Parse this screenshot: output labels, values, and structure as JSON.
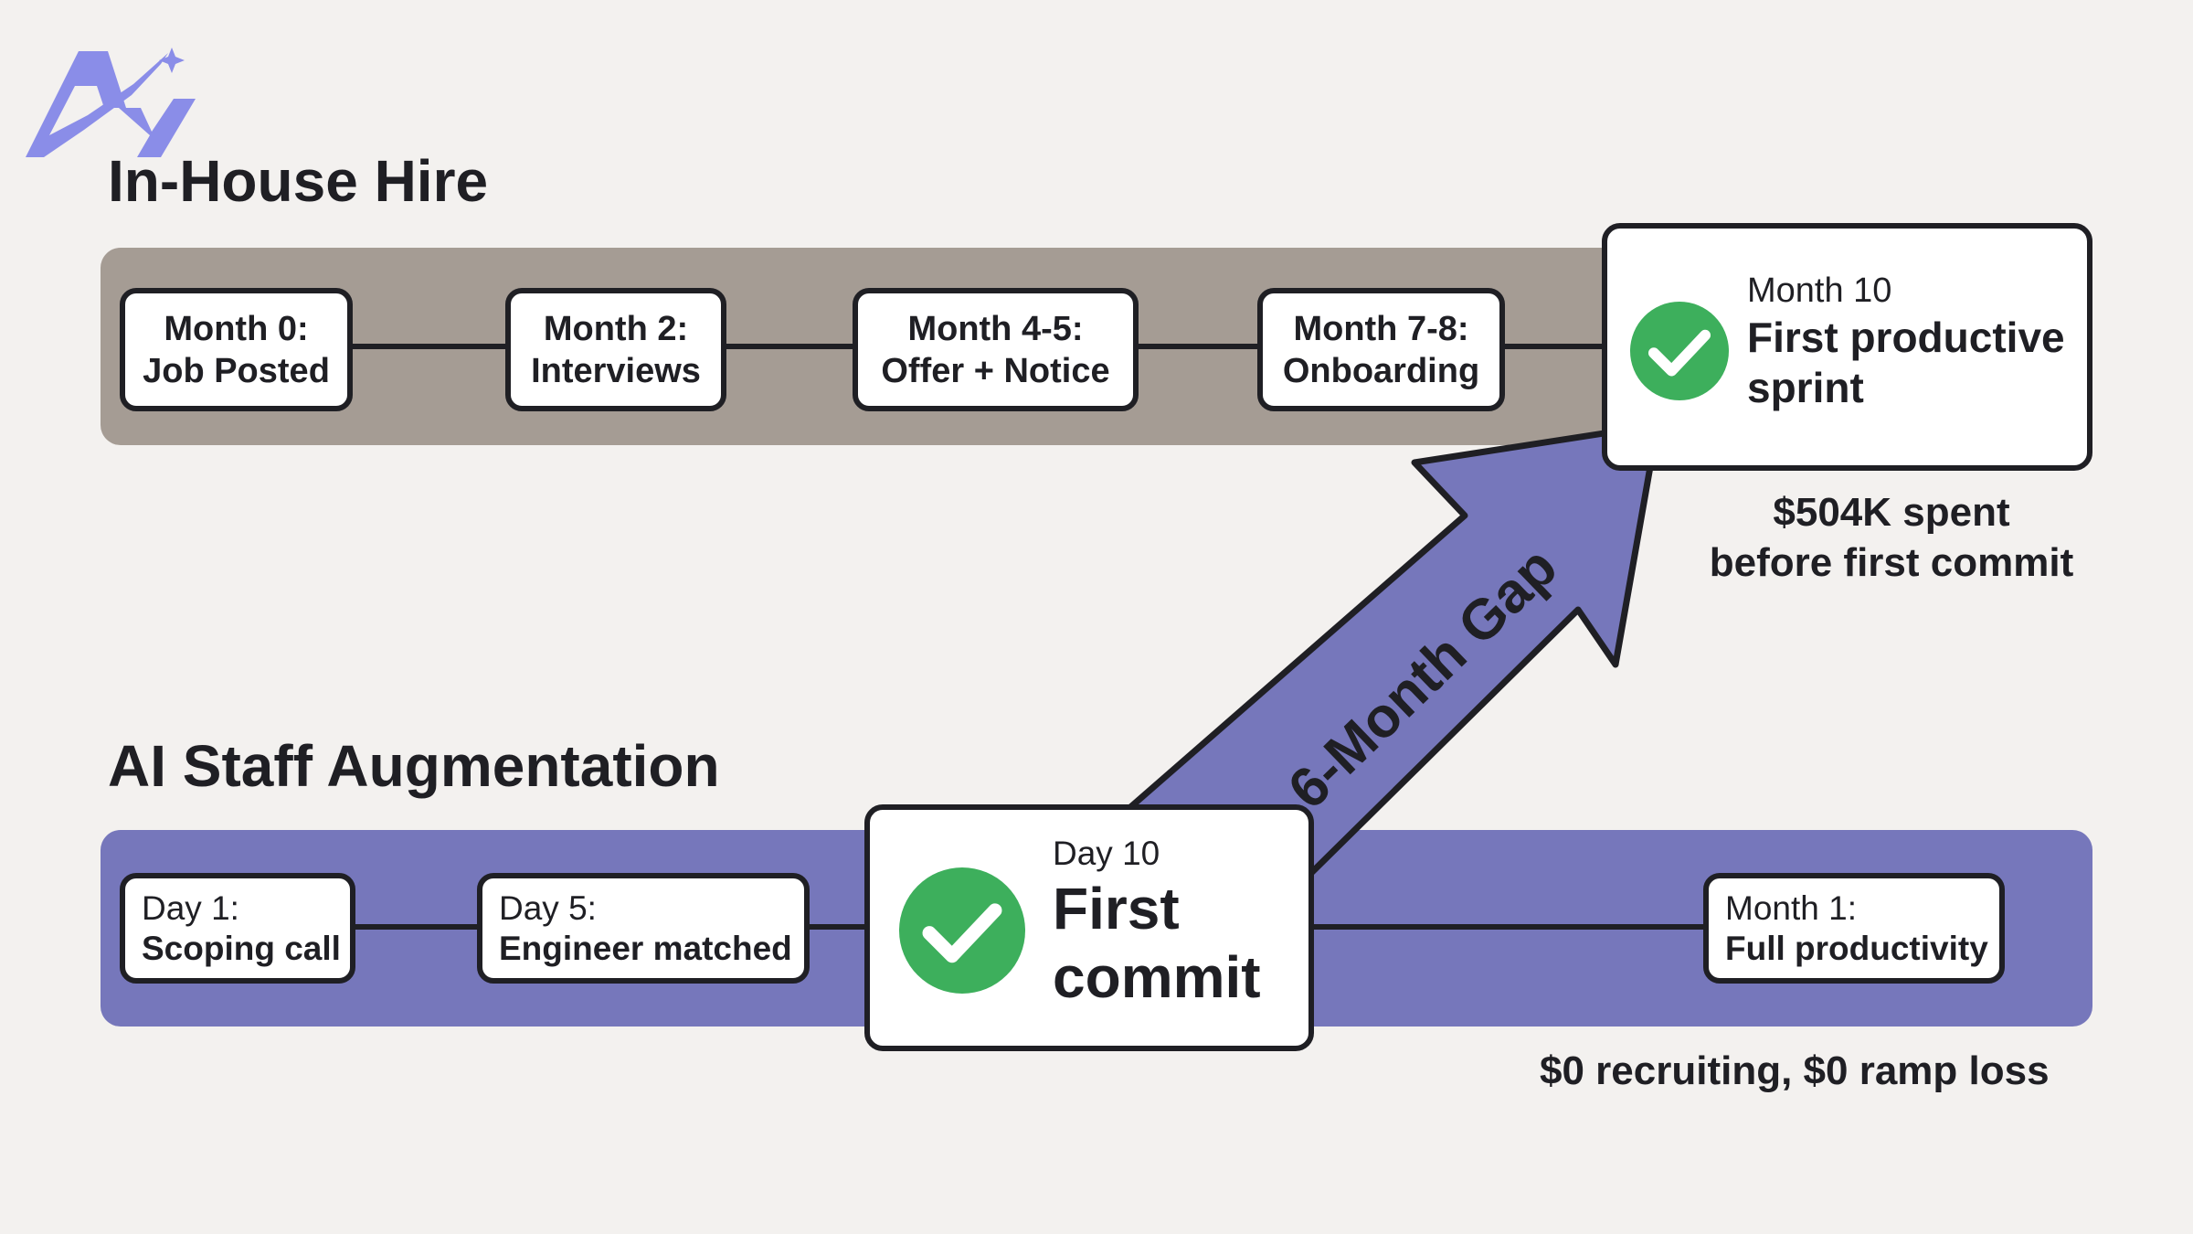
{
  "colors": {
    "background": "#f3f1ef",
    "in_house_band": "#a59c94",
    "ai_band": "#7677bb",
    "arrow": "#7677bb",
    "check_green": "#3daf5c",
    "logo": "#8a8de8",
    "ink": "#1f1f24"
  },
  "logo": {
    "icon": "ay-logo-icon"
  },
  "in_house": {
    "title": "In-House Hire",
    "milestones": [
      {
        "line1": "Month 0:",
        "line2": "Job Posted"
      },
      {
        "line1": "Month 2:",
        "line2": "Interviews"
      },
      {
        "line1": "Month 4-5:",
        "line2": "Offer + Notice"
      },
      {
        "line1": "Month 7-8:",
        "line2": "Onboarding"
      }
    ],
    "highlight": {
      "icon": "checkmark-icon",
      "small": "Month 10",
      "large_line1": "First productive",
      "large_line2": "sprint"
    },
    "note_line1": "$504K spent",
    "note_line2": "before first commit"
  },
  "ai_augmentation": {
    "title": "AI Staff Augmentation",
    "milestones": [
      {
        "line1": "Day 1:",
        "line2": "Scoping call"
      },
      {
        "line1": "Day 5:",
        "line2": "Engineer matched"
      },
      {
        "line1": "Month 1:",
        "line2": "Full productivity"
      }
    ],
    "highlight": {
      "icon": "checkmark-icon",
      "small": "Day 10",
      "large_line1": "First",
      "large_line2": "commit"
    },
    "note": "$0 recruiting, $0 ramp loss"
  },
  "gap_arrow": {
    "label": "6-Month Gap",
    "icon": "diagonal-arrow-icon"
  }
}
